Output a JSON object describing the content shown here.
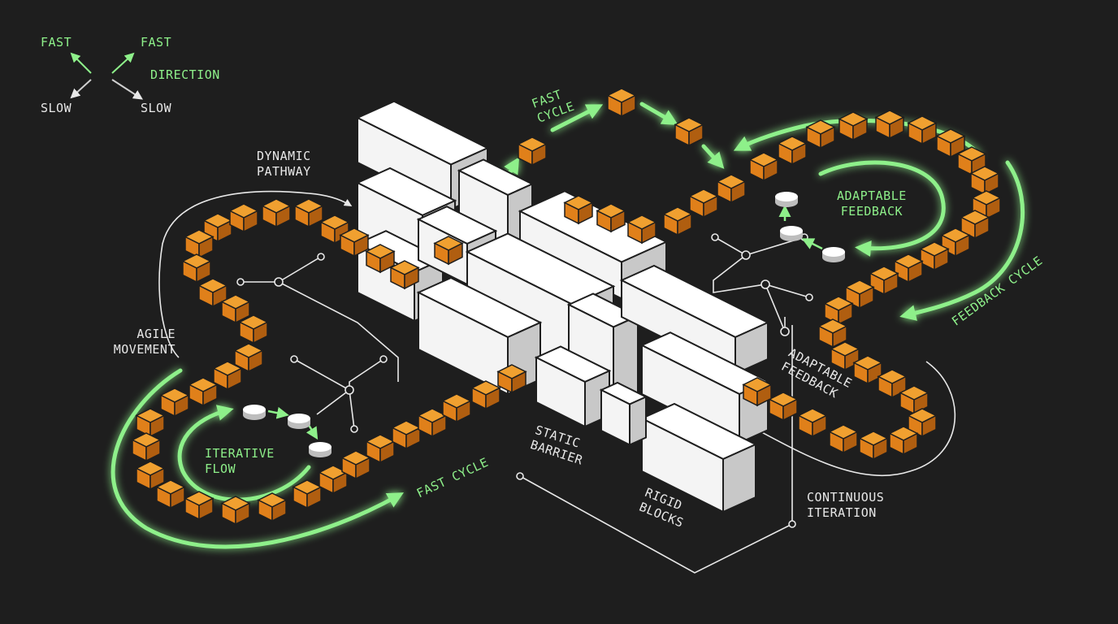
{
  "legend": {
    "fast_left": "FAST",
    "fast_right": "FAST",
    "direction": "DIRECTION",
    "slow_left": "SLOW",
    "slow_right": "SLOW"
  },
  "labels": {
    "dynamic_pathway": "DYNAMIC\nPATHWAY",
    "agile_movement": "AGILE\nMOVEMENT",
    "iterative_flow": "ITERATIVE\nFLOW",
    "fast_cycle_bottom": "FAST CYCLE",
    "fast_cycle_top": "FAST\nCYCLE",
    "adaptable_feedback_top": "ADAPTABLE\nFEEDBACK",
    "feedback_cycle": "FEEDBACK CYCLE",
    "adaptable_feedback_mid": "ADAPTABLE\nFEEDBACK",
    "static_barrier": "STATIC\nBARRIER",
    "rigid_blocks": "RIGID\nBLOCKS",
    "continuous_iteration": "CONTINUOUS\nITERATION"
  },
  "colors": {
    "background": "#1e1e1e",
    "cube_top": "#f0a030",
    "cube_front": "#e0801a",
    "cube_side": "#b05e10",
    "block_light": "#ffffff",
    "block_dark": "#c8c8c8",
    "arrow_green": "#8ef08a",
    "line_white": "#e8e8e8"
  }
}
